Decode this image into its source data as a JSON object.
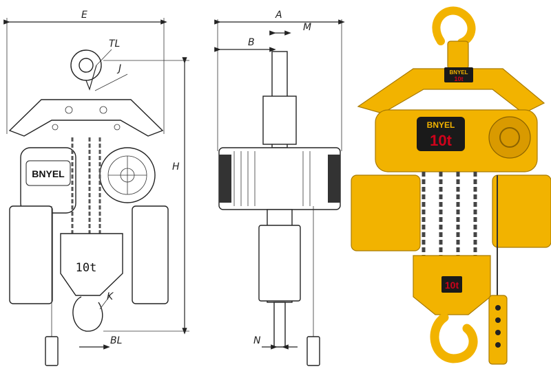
{
  "brand": {
    "name": "BNYEL",
    "capacity": "10t",
    "capacity_tag": "10t"
  },
  "dimensions": {
    "E": "E",
    "A": "A",
    "B": "B",
    "M": "M",
    "TL": "TL",
    "J": "J",
    "H": "H",
    "K": "K",
    "BL": "BL",
    "N": "N"
  },
  "colors": {
    "hoist_yellow": "#f2b300",
    "label_black": "#1a1a1a",
    "label_red": "#d0021b"
  }
}
